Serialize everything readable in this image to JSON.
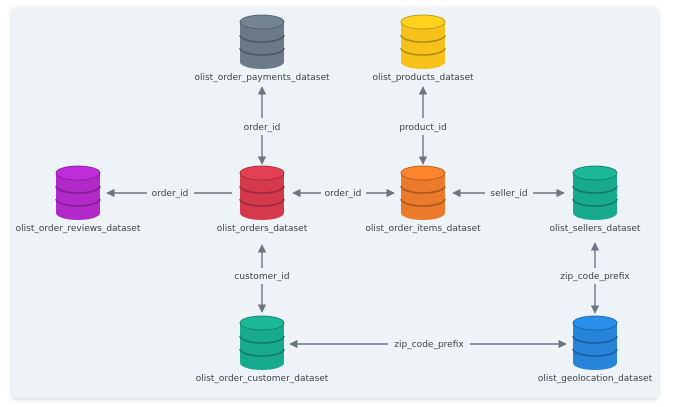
{
  "colors": {
    "background": "#eef3f7",
    "edge": "#6b7682",
    "text": "#3d434d"
  },
  "nodes": {
    "payments": {
      "label": "olist_order_payments_dataset",
      "color": "#6c7a87",
      "icon": "database-icon"
    },
    "products": {
      "label": "olist_products_dataset",
      "color": "#f6c21a",
      "icon": "database-icon"
    },
    "reviews": {
      "label": "olist_order_reviews_dataset",
      "color": "#b129c9",
      "icon": "database-icon"
    },
    "orders": {
      "label": "olist_orders_dataset",
      "color": "#d43a4c",
      "icon": "database-icon"
    },
    "items": {
      "label": "olist_order_items_dataset",
      "color": "#ec7a2b",
      "icon": "database-icon"
    },
    "sellers": {
      "label": "olist_sellers_dataset",
      "color": "#18aa8d",
      "icon": "database-icon"
    },
    "customer": {
      "label": "olist_order_customer_dataset",
      "color": "#18aa8d",
      "icon": "database-icon"
    },
    "geolocation": {
      "label": "olist_geolocation_dataset",
      "color": "#2684d9",
      "icon": "database-icon"
    }
  },
  "edges": {
    "orders_payments": {
      "from": "orders",
      "to": "payments",
      "label": "order_id"
    },
    "items_products": {
      "from": "items",
      "to": "products",
      "label": "product_id"
    },
    "orders_reviews": {
      "from": "orders",
      "to": "reviews",
      "label": "order_id"
    },
    "orders_items": {
      "from": "orders",
      "to": "items",
      "label": "order_id"
    },
    "items_sellers": {
      "from": "items",
      "to": "sellers",
      "label": "seller_id"
    },
    "orders_customer": {
      "from": "orders",
      "to": "customer",
      "label": "customer_id"
    },
    "sellers_geo": {
      "from": "sellers",
      "to": "geolocation",
      "label": "zip_code_prefix"
    },
    "customer_geo": {
      "from": "customer",
      "to": "geolocation",
      "label": "zip_code_prefix"
    }
  }
}
